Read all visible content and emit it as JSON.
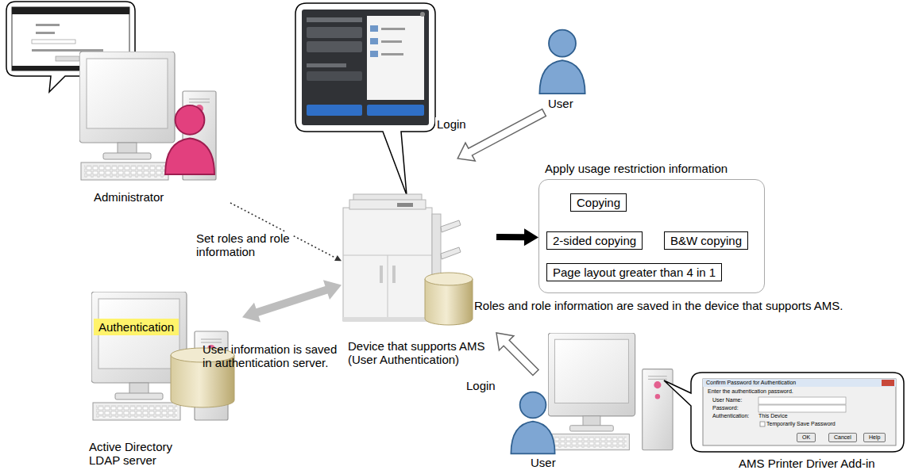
{
  "diagram": {
    "nodes": [
      {
        "text": [
          "Administrator"
        ]
      },
      {
        "text": [
          "User"
        ]
      },
      {
        "text": [
          "Device that supports AMS (User Authentication)"
        ]
      },
      {
        "text": [
          "Apply usage restriction information"
        ]
      },
      {
        "text": [
          "Copying"
        ],
        "in": 3
      },
      {
        "text": [
          "2-sided copying"
        ],
        "in": 3
      },
      {
        "text": [
          "B&W copying"
        ],
        "in": 3
      },
      {
        "text": [
          "Page layout greater than 4 in 1"
        ],
        "in": 3
      },
      {
        "text": [
          "Active Directory LDAP server"
        ]
      },
      {
        "text": [
          "Authentication"
        ],
        "in": 8
      },
      {
        "text": [
          "User"
        ]
      },
      {
        "text": [
          "Confirm Password for Authentication",
          "Enter the authentication password.",
          "User Name:",
          "Password:",
          "Authentication:",
          "This Device",
          "Temporarily Save Password"
        ]
      },
      {
        "text": [
          "OK"
        ],
        "in": 11
      },
      {
        "text": [
          "Cancel"
        ],
        "in": 11
      },
      {
        "text": [
          "Help"
        ],
        "in": 11
      }
    ],
    "edges": [
      {
        "from": 0,
        "to": 2,
        "arrow": "to",
        "label": "Set roles and role information"
      },
      {
        "from": 1,
        "to": 2,
        "arrow": "to",
        "label": "Login"
      },
      {
        "from": 2,
        "to": 3,
        "arrow": "to"
      },
      {
        "from": 2,
        "to": 8,
        "arrow": "both"
      },
      {
        "from": 10,
        "to": 2,
        "arrow": "to",
        "label": "Login"
      }
    ],
    "labels": [
      "Roles and role information are saved in the device that supports AMS.",
      "User information is saved in authentication server.",
      "AMS Printer Driver Add-in"
    ]
  }
}
